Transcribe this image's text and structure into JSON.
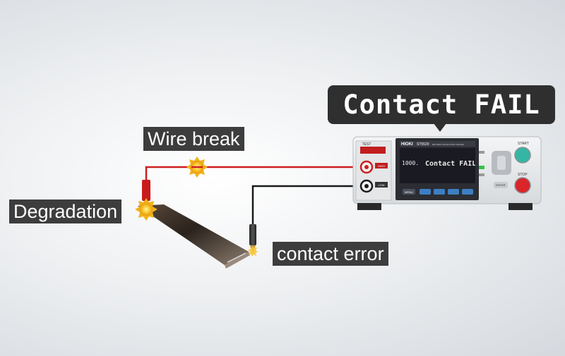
{
  "labels": {
    "wire_break": "Wire break",
    "degradation": "Degradation",
    "contact_error": "contact error",
    "status": "Contact FAIL"
  },
  "instrument": {
    "brand": "HIOKI",
    "model": "ST5520",
    "subtitle": "BATTERY INSULATION TESTER",
    "display_status": "Contact FAIL",
    "display_value": "1000.",
    "terminal_high": "HIGH",
    "terminal_low": "LOW",
    "start_label": "START",
    "stop_label": "STOP",
    "test_label": "TEST",
    "enter_label": "ENTER",
    "menu_label": "MENU"
  },
  "colors": {
    "wire_red": "#cc1f1f",
    "wire_black": "#1a1a1a",
    "start_button": "#35b6a4",
    "stop_button": "#d9262b",
    "burst": "#f5b81c"
  }
}
